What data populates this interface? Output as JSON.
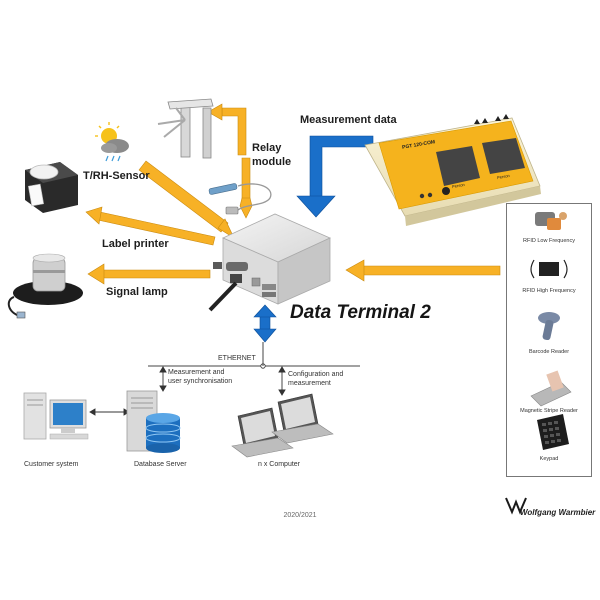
{
  "labels": {
    "measurement_data": "Measurement data",
    "relay_line1": "Relay",
    "relay_line2": "module",
    "trh_sensor": "T/RH-Sensor",
    "label_printer": "Label printer",
    "signal_lamp": "Signal lamp",
    "data_terminal": "Data Terminal 2",
    "ethernet": "ETHERNET",
    "sync_line1": "Measurement and",
    "sync_line2": "user synchronisation",
    "config_line1": "Configuration and",
    "config_line2": "measurement",
    "customer_system": "Customer system",
    "database_server": "Database Server",
    "computers": "n x Computer"
  },
  "device": {
    "model": "PGT 120-COM",
    "buttons": [
      "Person",
      "Person"
    ]
  },
  "readers": [
    {
      "label": "RFID Low Frequency",
      "icon": "rfid-low-frequency-icon"
    },
    {
      "label": "RFID High Frequency",
      "icon": "rfid-high-frequency-icon"
    },
    {
      "label": "Barcode Reader",
      "icon": "barcode-reader-icon"
    },
    {
      "label": "Magnetic Stripe Reader",
      "icon": "magnetic-stripe-reader-icon"
    },
    {
      "label": "Keypad",
      "icon": "keypad-icon"
    }
  ],
  "footer": {
    "year": "2020/2021",
    "brand": "Wolfgang Warmbier"
  },
  "colors": {
    "arrow_orange": "#f7b126",
    "arrow_blue": "#1a6fc9",
    "device_yellow": "#f5b31d"
  }
}
